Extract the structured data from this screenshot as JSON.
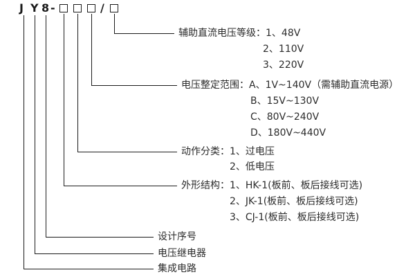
{
  "model_code": {
    "char_j": "J",
    "char_y": "Y",
    "char_8": "8",
    "dash": "-",
    "slash": "/"
  },
  "legend": {
    "aux_dc_voltage": {
      "line1": "辅助直流电压等级：1、48V",
      "line2": "2、110V",
      "line3": "3、220V"
    },
    "voltage_setting_range": {
      "line1": "电压整定范围：A、1V~140V（需辅助直流电源）",
      "line2": "B、15V~130V",
      "line3": "C、80V~240V",
      "line4": "D、180V~440V"
    },
    "action_category": {
      "line1": "动作分类：1、过电压",
      "line2": "2、低电压"
    },
    "outline_structure": {
      "line1": "外形结构：1、HK-1(板前、板后接线可选)",
      "line2": "2、JK-1(板前、板后接线可选)",
      "line3": "3、CJ-1(板前、板后接线可选)"
    },
    "design_serial": "设计序号",
    "voltage_relay": "电压继电器",
    "integrated_circuit": "集成电路"
  },
  "colors": {
    "line": "#1a1a1a",
    "text": "#2b2b2b",
    "background": "#ffffff"
  }
}
